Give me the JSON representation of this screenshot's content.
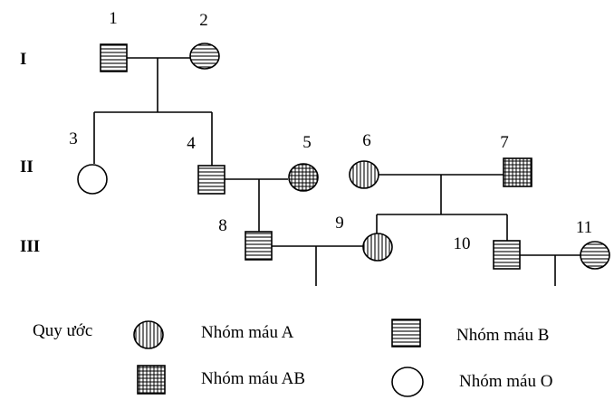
{
  "generations": [
    "I",
    "II",
    "III"
  ],
  "individuals": [
    {
      "id": "1",
      "sex": "male",
      "phenotype": "B"
    },
    {
      "id": "2",
      "sex": "female",
      "phenotype": "B"
    },
    {
      "id": "3",
      "sex": "female",
      "phenotype": "O"
    },
    {
      "id": "4",
      "sex": "male",
      "phenotype": "B"
    },
    {
      "id": "5",
      "sex": "female",
      "phenotype": "AB"
    },
    {
      "id": "6",
      "sex": "female",
      "phenotype": "A"
    },
    {
      "id": "7",
      "sex": "male",
      "phenotype": "AB"
    },
    {
      "id": "8",
      "sex": "male",
      "phenotype": "B"
    },
    {
      "id": "9",
      "sex": "female",
      "phenotype": "A"
    },
    {
      "id": "10",
      "sex": "male",
      "phenotype": "B"
    },
    {
      "id": "11",
      "sex": "female",
      "phenotype": "B"
    }
  ],
  "legend": {
    "title": "Quy ước",
    "items": [
      {
        "pattern": "vertical-stripes",
        "label": "Nhóm máu A"
      },
      {
        "pattern": "horizontal-stripes",
        "label": "Nhóm máu B"
      },
      {
        "pattern": "grid",
        "label": "Nhóm máu AB"
      },
      {
        "pattern": "blank",
        "label": "Nhóm máu O"
      }
    ]
  }
}
